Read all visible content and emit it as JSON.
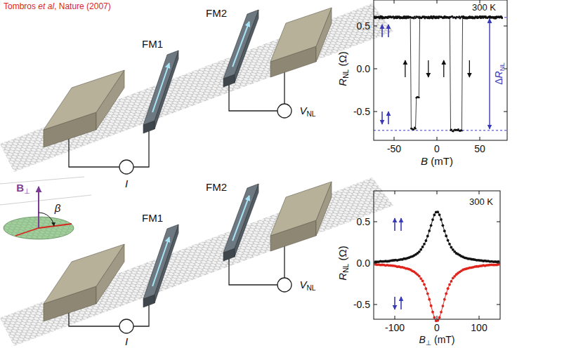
{
  "diagram": {
    "labels": [
      "Tombros et al, Nature (2007)",
      "FM1",
      "FM2",
      "VNL",
      "I",
      "RNL (Ω)",
      "0.5",
      "0.0",
      "-0.5",
      "-50",
      "0",
      "50",
      "B (mT)",
      "ΔRNL",
      "300 K",
      "B⊥",
      "β",
      "FM1",
      "FM2",
      "VNL",
      "I",
      "RNL (Ω)",
      "300 K",
      "0.5",
      "0.0",
      "-0.5",
      "-100",
      "0",
      "100",
      "B⊥ (mT)"
    ]
  }
}
